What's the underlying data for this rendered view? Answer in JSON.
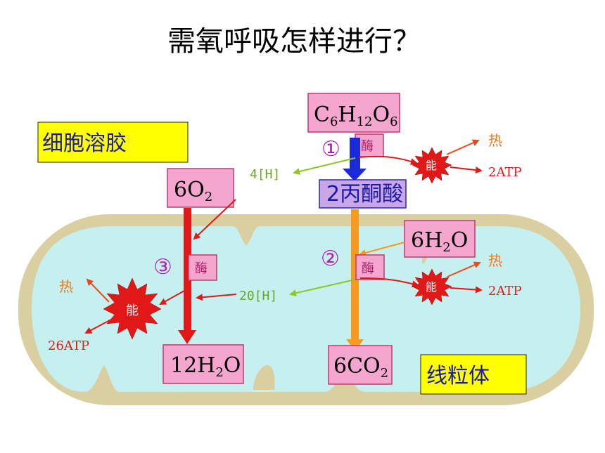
{
  "title": "需氧呼吸怎样进行？",
  "regions": {
    "cytosol": "细胞溶胶",
    "mitochondrion": "线粒体"
  },
  "molecules": {
    "glucose": {
      "main": "C",
      "s1": "6",
      "m2": "H",
      "s2": "12",
      "m3": "O",
      "s3": "6"
    },
    "pyruvate": "2丙酮酸",
    "oxygen": {
      "main": "6O",
      "sub": "2"
    },
    "water_in": {
      "main": "6H",
      "sub": "2",
      "tail": "O"
    },
    "water_out": {
      "main": "12H",
      "sub": "2",
      "tail": "O"
    },
    "co2": {
      "main": "6CO",
      "sub": "2"
    }
  },
  "stages": {
    "stage1": "①",
    "stage2": "②",
    "stage3": "③"
  },
  "enzyme": "酶",
  "energy": "能",
  "heat": "热",
  "atp": {
    "stage1": "2ATP",
    "stage2": "2ATP",
    "stage3": "26ATP"
  },
  "hydrogen": {
    "stage1": "4[H]",
    "stage2": "20[H]"
  },
  "colors": {
    "background": "#ffffff",
    "mito_outer": "#d9cfa0",
    "mito_inner": "#c6efef",
    "pink_box": "#f4a6cf",
    "yellow_box": "#ffff00",
    "purple_box": "#c9a6e8",
    "blue_arrow": "#1a2ad8",
    "orange_arrow": "#f79a1e",
    "red_arrow": "#e01818",
    "green_arrow": "#8ec62a"
  }
}
